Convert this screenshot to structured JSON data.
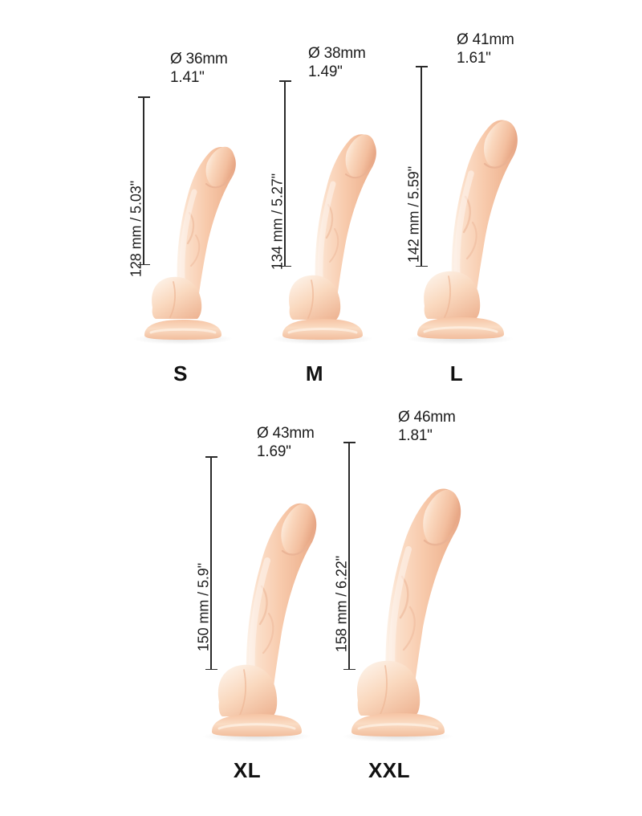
{
  "background_color": "#ffffff",
  "product_colors": {
    "highlight": "#fdf0e6",
    "light": "#fbdcc6",
    "mid": "#f7c6a8",
    "shade": "#eeb291",
    "deep": "#e0a083",
    "outline": "#e8b498",
    "shadow": "#d9d9d9"
  },
  "line_color": "#2a2a2a",
  "text_color": "#1c1c1c",
  "units": {
    "diameter_symbol": "Ø",
    "mm": "mm",
    "inch": "\""
  },
  "rows": [
    {
      "name": "row-top",
      "items": [
        {
          "size": "S",
          "diameter_mm": 36,
          "diameter_in": 1.41,
          "diameter_line1": "Ø 36mm",
          "diameter_line2": "1.41\"",
          "length_mm": 128,
          "length_in": 5.03,
          "length_label": "128 mm / 5.03\""
        },
        {
          "size": "M",
          "diameter_mm": 38,
          "diameter_in": 1.49,
          "diameter_line1": "Ø 38mm",
          "diameter_line2": "1.49\"",
          "length_mm": 134,
          "length_in": 5.27,
          "length_label": "134 mm / 5.27\""
        },
        {
          "size": "L",
          "diameter_mm": 41,
          "diameter_in": 1.61,
          "diameter_line1": "Ø 41mm",
          "diameter_line2": "1.61\"",
          "length_mm": 142,
          "length_in": 5.59,
          "length_label": "142 mm / 5.59\""
        }
      ]
    },
    {
      "name": "row-bottom",
      "items": [
        {
          "size": "XL",
          "diameter_mm": 43,
          "diameter_in": 1.69,
          "diameter_line1": "Ø 43mm",
          "diameter_line2": "1.69\"",
          "length_mm": 150,
          "length_in": 5.9,
          "length_label": "150 mm / 5.9\""
        },
        {
          "size": "XXL",
          "diameter_mm": 46,
          "diameter_in": 1.81,
          "diameter_line1": "Ø 46mm",
          "diameter_line2": "1.81\"",
          "length_mm": 158,
          "length_in": 6.22,
          "length_label": "158 mm / 6.22\""
        }
      ]
    }
  ]
}
